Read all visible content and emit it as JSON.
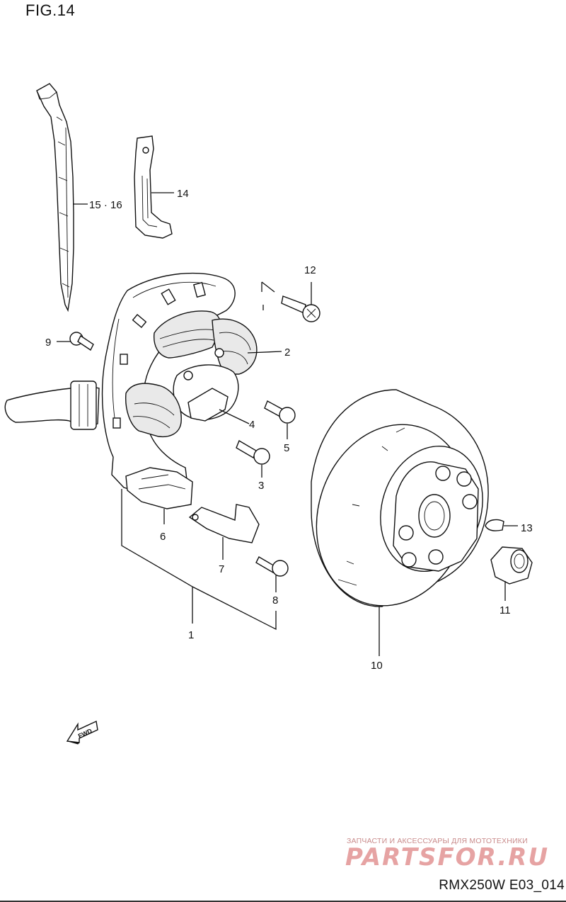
{
  "figure": {
    "title": "FIG.14",
    "code": "RMX250W E03_014"
  },
  "callouts": [
    {
      "id": "c1",
      "label": "1"
    },
    {
      "id": "c2",
      "label": "2"
    },
    {
      "id": "c3",
      "label": "3"
    },
    {
      "id": "c4",
      "label": "4"
    },
    {
      "id": "c5",
      "label": "5"
    },
    {
      "id": "c6",
      "label": "6"
    },
    {
      "id": "c7",
      "label": "7"
    },
    {
      "id": "c8",
      "label": "8"
    },
    {
      "id": "c9",
      "label": "9"
    },
    {
      "id": "c10",
      "label": "10"
    },
    {
      "id": "c11",
      "label": "11"
    },
    {
      "id": "c12",
      "label": "12"
    },
    {
      "id": "c13",
      "label": "13"
    },
    {
      "id": "c14",
      "label": "14"
    },
    {
      "id": "c15",
      "label": "15 · 16"
    }
  ],
  "direction_arrow": {
    "label": "FWD"
  },
  "watermark": {
    "tagline": "ЗАПЧАСТИ И АКСЕССУАРЫ ДЛЯ МОТОТЕХНИКИ",
    "brand": "PARTSFOR.RU"
  },
  "colors": {
    "line": "#111111",
    "watermark": "#e6a3a3"
  }
}
